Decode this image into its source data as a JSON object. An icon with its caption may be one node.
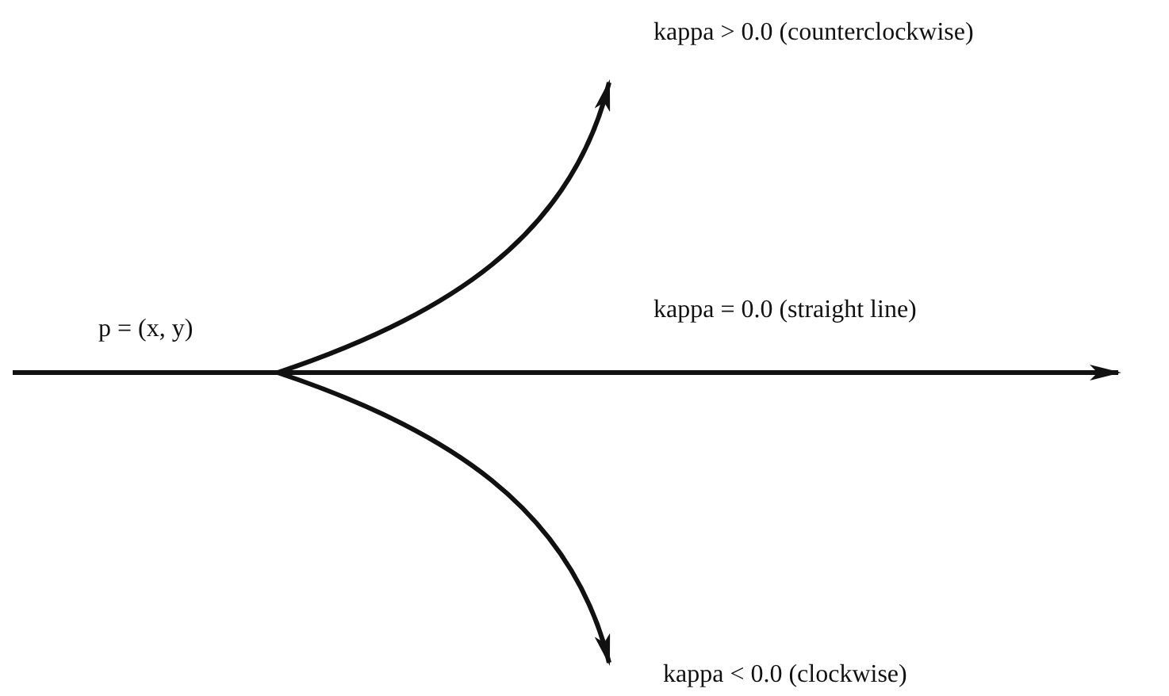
{
  "diagram": {
    "labels": [
      "kappa > 0.0 (counterclockwise)",
      "p = (x, y)",
      "kappa = 0.0 (straight line)",
      "kappa < 0.0 (clockwise)"
    ]
  }
}
